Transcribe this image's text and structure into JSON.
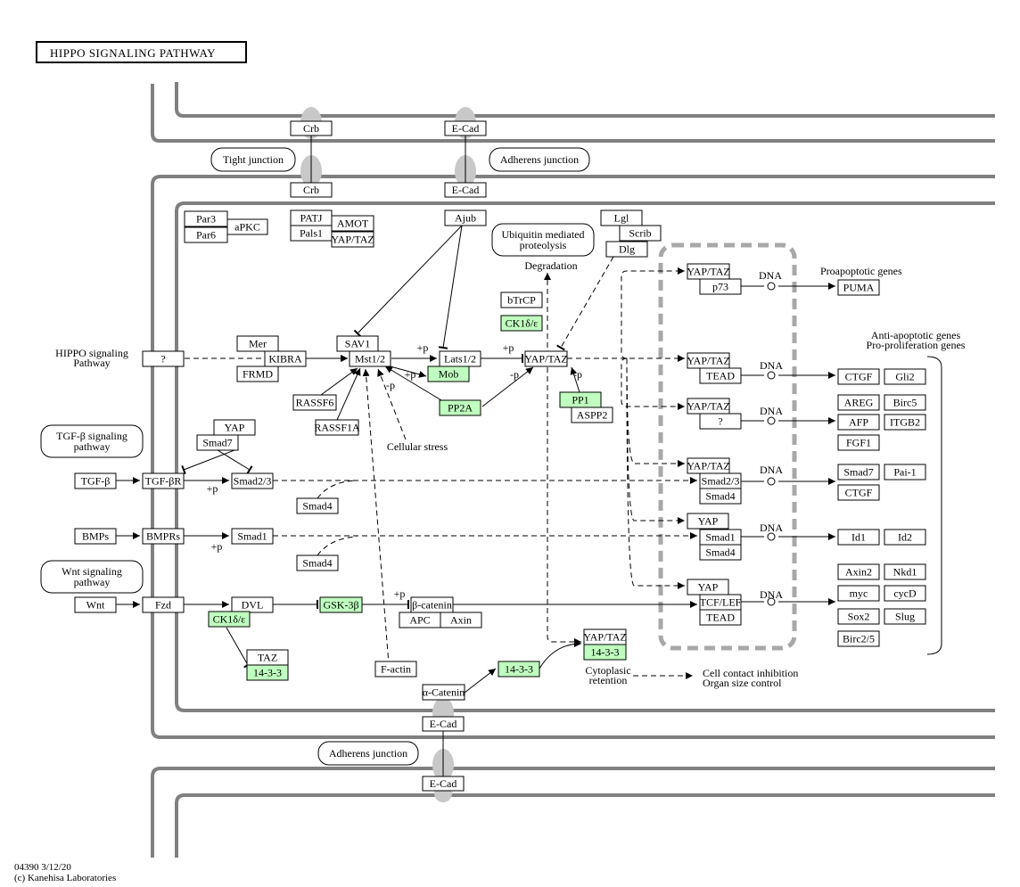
{
  "title": "HIPPO SIGNALING PATHWAY",
  "footer": {
    "map_id": "04390 3/12/20",
    "copyright": "(c) Kanehisa Laboratories"
  },
  "nodes": [
    {
      "id": "crb-top",
      "label": "Crb"
    },
    {
      "id": "crb-bottom",
      "label": "Crb"
    },
    {
      "id": "ecad-top",
      "label": "E-Cad"
    },
    {
      "id": "ecad-top2",
      "label": "E-Cad"
    },
    {
      "id": "par3",
      "label": "Par3"
    },
    {
      "id": "par6",
      "label": "Par6"
    },
    {
      "id": "apkc",
      "label": "aPKC"
    },
    {
      "id": "patj",
      "label": "PATJ"
    },
    {
      "id": "pals1",
      "label": "Pals1"
    },
    {
      "id": "amot",
      "label": "AMOT"
    },
    {
      "id": "yaptaz-amot",
      "label": "YAP/TAZ"
    },
    {
      "id": "ajub",
      "label": "Ajub"
    },
    {
      "id": "lgl",
      "label": "Lgl"
    },
    {
      "id": "scrib",
      "label": "Scrib"
    },
    {
      "id": "dlg",
      "label": "Dlg"
    },
    {
      "id": "btrcp",
      "label": "bTrCP"
    },
    {
      "id": "ck1-top",
      "label": "CK1δ/ε",
      "green": true
    },
    {
      "id": "question-hippo",
      "label": "?"
    },
    {
      "id": "mer",
      "label": "Mer"
    },
    {
      "id": "kibra",
      "label": "KIBRA"
    },
    {
      "id": "frmd",
      "label": "FRMD"
    },
    {
      "id": "sav1",
      "label": "SAV1"
    },
    {
      "id": "mst12",
      "label": "Mst1/2"
    },
    {
      "id": "lats12",
      "label": "Lats1/2"
    },
    {
      "id": "mob",
      "label": "Mob",
      "green": true
    },
    {
      "id": "pp2a",
      "label": "PP2A",
      "green": true
    },
    {
      "id": "rassf6",
      "label": "RASSF6"
    },
    {
      "id": "rassf1a",
      "label": "RASSF1A"
    },
    {
      "id": "yaptaz-main",
      "label": "YAP/TAZ"
    },
    {
      "id": "pp1",
      "label": "PP1",
      "green": true
    },
    {
      "id": "aspp2",
      "label": "ASPP2"
    },
    {
      "id": "yap-tgf",
      "label": "YAP"
    },
    {
      "id": "smad7-tgf",
      "label": "Smad7"
    },
    {
      "id": "tgfb",
      "label": "TGF-β"
    },
    {
      "id": "tgfbr",
      "label": "TGF-βR"
    },
    {
      "id": "smad23",
      "label": "Smad2/3"
    },
    {
      "id": "smad4-a",
      "label": "Smad4"
    },
    {
      "id": "bmps",
      "label": "BMPs"
    },
    {
      "id": "bmprs",
      "label": "BMPRs"
    },
    {
      "id": "smad1",
      "label": "Smad1"
    },
    {
      "id": "smad4-b",
      "label": "Smad4"
    },
    {
      "id": "wnt",
      "label": "Wnt"
    },
    {
      "id": "fzd",
      "label": "Fzd"
    },
    {
      "id": "dvl",
      "label": "DVL"
    },
    {
      "id": "ck1-wnt",
      "label": "CK1δ/ε",
      "green": true
    },
    {
      "id": "gsk3b",
      "label": "GSK-3β",
      "green": true
    },
    {
      "id": "bcatenin",
      "label": "β-catenin"
    },
    {
      "id": "apc",
      "label": "APC"
    },
    {
      "id": "axin",
      "label": "Axin"
    },
    {
      "id": "taz",
      "label": "TAZ"
    },
    {
      "id": "1433-taz",
      "label": "14-3-3",
      "green": true
    },
    {
      "id": "factin",
      "label": "F-actin"
    },
    {
      "id": "acatenin",
      "label": "α-Catenin"
    },
    {
      "id": "1433-mid",
      "label": "14-3-3",
      "green": true
    },
    {
      "id": "yaptaz-cyto",
      "label": "YAP/TAZ"
    },
    {
      "id": "1433-cyto",
      "label": "14-3-3",
      "green": true
    },
    {
      "id": "ecad-bot1",
      "label": "E-Cad"
    },
    {
      "id": "ecad-bot2",
      "label": "E-Cad"
    },
    {
      "id": "n-yaptaz1",
      "label": "YAP/TAZ"
    },
    {
      "id": "n-p73",
      "label": "p73"
    },
    {
      "id": "n-yaptaz2",
      "label": "YAP/TAZ"
    },
    {
      "id": "n-tead1",
      "label": "TEAD"
    },
    {
      "id": "n-yaptaz3",
      "label": "YAP/TAZ"
    },
    {
      "id": "n-q",
      "label": "?"
    },
    {
      "id": "n-yaptaz4",
      "label": "YAP/TAZ"
    },
    {
      "id": "n-smad23",
      "label": "Smad2/3"
    },
    {
      "id": "n-smad4a",
      "label": "Smad4"
    },
    {
      "id": "n-yap5",
      "label": "YAP"
    },
    {
      "id": "n-smad1",
      "label": "Smad1"
    },
    {
      "id": "n-smad4b",
      "label": "Smad4"
    },
    {
      "id": "n-yap6",
      "label": "YAP"
    },
    {
      "id": "n-tcflef",
      "label": "TCF/LEF"
    },
    {
      "id": "n-tead2",
      "label": "TEAD"
    },
    {
      "id": "puma",
      "label": "PUMA"
    },
    {
      "id": "ctgf1",
      "label": "CTGF"
    },
    {
      "id": "gli2",
      "label": "Gli2"
    },
    {
      "id": "areg",
      "label": "AREG"
    },
    {
      "id": "birc5",
      "label": "Birc5"
    },
    {
      "id": "afp",
      "label": "AFP"
    },
    {
      "id": "itgb2",
      "label": "ITGB2"
    },
    {
      "id": "fgf1",
      "label": "FGF1"
    },
    {
      "id": "smad7-t",
      "label": "Smad7"
    },
    {
      "id": "pai1",
      "label": "Pai-1"
    },
    {
      "id": "ctgf2",
      "label": "CTGF"
    },
    {
      "id": "id1",
      "label": "Id1"
    },
    {
      "id": "id2",
      "label": "Id2"
    },
    {
      "id": "axin2",
      "label": "Axin2"
    },
    {
      "id": "nkd1",
      "label": "Nkd1"
    },
    {
      "id": "myc",
      "label": "myc"
    },
    {
      "id": "cycd",
      "label": "cycD"
    },
    {
      "id": "sox2",
      "label": "Sox2"
    },
    {
      "id": "slug",
      "label": "Slug"
    },
    {
      "id": "birc25",
      "label": "Birc2/5"
    }
  ],
  "ovals": [
    {
      "id": "tight-junction",
      "label": "Tight junction"
    },
    {
      "id": "adherens-junction-top",
      "label": "Adherens junction"
    },
    {
      "id": "ubiquitin",
      "label": "Ubiquitin mediated proteolysis"
    },
    {
      "id": "tgfb-pathway",
      "label": "TGF-β signaling pathway"
    },
    {
      "id": "wnt-pathway",
      "label": "Wnt signaling pathway"
    },
    {
      "id": "adherens-junction-bottom",
      "label": "Adherens junction"
    }
  ],
  "texts": [
    {
      "id": "hippo-link",
      "label": "HIPPO signaling Pathway"
    },
    {
      "id": "degradation",
      "label": "Degradation"
    },
    {
      "id": "cellular-stress",
      "label": "Cellular stress"
    },
    {
      "id": "cytoplasic-retention",
      "label": "Cytoplasic retention"
    },
    {
      "id": "contact-inhibition",
      "label": "Cell contact inhibition"
    },
    {
      "id": "organ-size",
      "label": "Organ size control"
    },
    {
      "id": "proapoptotic",
      "label": "Proapoptotic genes"
    },
    {
      "id": "antiapoptotic",
      "label": "Anti-apoptotic genes"
    },
    {
      "id": "proproliferation",
      "label": "Pro-proliferation genes"
    },
    {
      "id": "dna1",
      "label": "DNA"
    },
    {
      "id": "dna2",
      "label": "DNA"
    },
    {
      "id": "dna3",
      "label": "DNA"
    },
    {
      "id": "dna4",
      "label": "DNA"
    },
    {
      "id": "dna5",
      "label": "DNA"
    },
    {
      "id": "dna6",
      "label": "DNA"
    },
    {
      "id": "p-lats",
      "label": "+p"
    },
    {
      "id": "p-mob",
      "label": "+p"
    },
    {
      "id": "p-pp2a",
      "label": "-p"
    },
    {
      "id": "p-yaptaz1",
      "label": "+p"
    },
    {
      "id": "p-yaptaz2",
      "label": "-p"
    },
    {
      "id": "p-pp1",
      "label": "-p"
    },
    {
      "id": "p-tgf",
      "label": "+p"
    },
    {
      "id": "p-bmp",
      "label": "+p"
    },
    {
      "id": "p-gsk",
      "label": "+p"
    }
  ]
}
